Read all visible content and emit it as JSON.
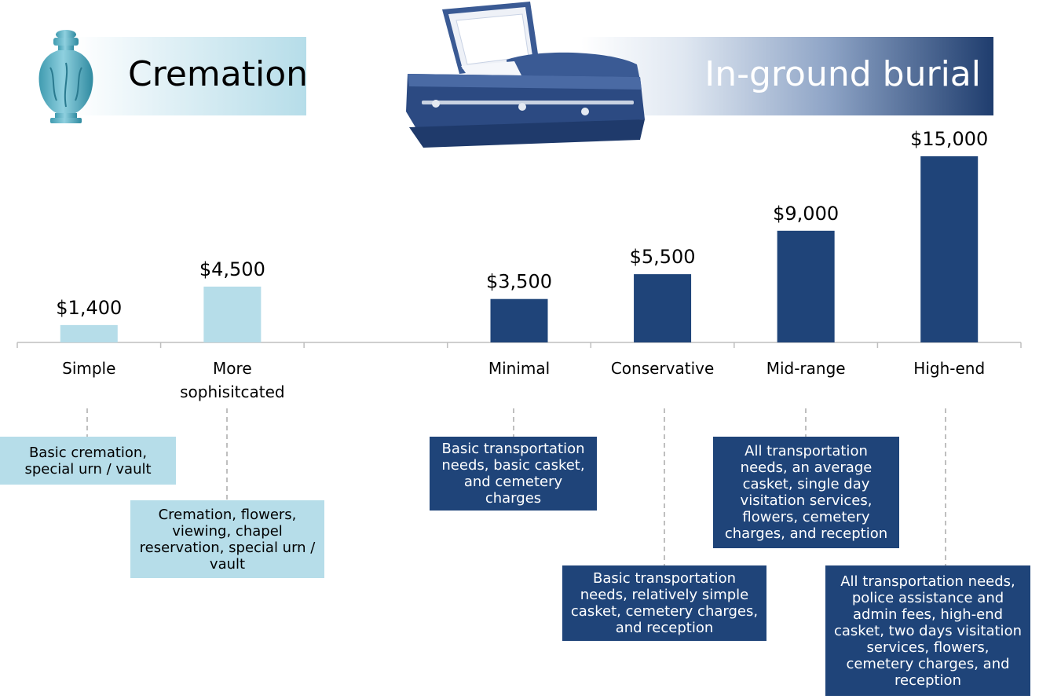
{
  "headers": {
    "cremation": "Cremation",
    "burial": "In-ground burial"
  },
  "icons": {
    "urn": "urn-icon",
    "casket": "casket-icon"
  },
  "colors": {
    "cremation": "#b6dde9",
    "burial": "#1f4479",
    "axis": "#bfbfbf",
    "connector": "#bfbfbf"
  },
  "chart_data": {
    "type": "bar",
    "categories": [
      "Simple",
      "More sophisitcated",
      "",
      "Minimal",
      "Conservative",
      "Mid-range",
      "High-end"
    ],
    "values": [
      1400,
      4500,
      null,
      3500,
      5500,
      9000,
      15000
    ],
    "value_labels": [
      "$1,400",
      "$4,500",
      "",
      "$3,500",
      "$5,500",
      "$9,000",
      "$15,000"
    ],
    "groups": [
      "cremation",
      "cremation",
      "",
      "burial",
      "burial",
      "burial",
      "burial"
    ],
    "ylim": [
      0,
      15000
    ],
    "grid": false
  },
  "descriptions": [
    "Basic cremation, special urn / vault",
    "Cremation, flowers, viewing, chapel reservation, special urn / vault",
    "Basic transportation needs, basic casket, and cemetery charges",
    "Basic transportation needs, relatively simple casket, cemetery charges, and reception",
    "All transportation needs, an average casket, single day visitation services, flowers, cemetery charges, and reception",
    "All transportation needs, police assistance and admin fees, high-end casket, two days visitation services, flowers, cemetery charges, and reception"
  ]
}
